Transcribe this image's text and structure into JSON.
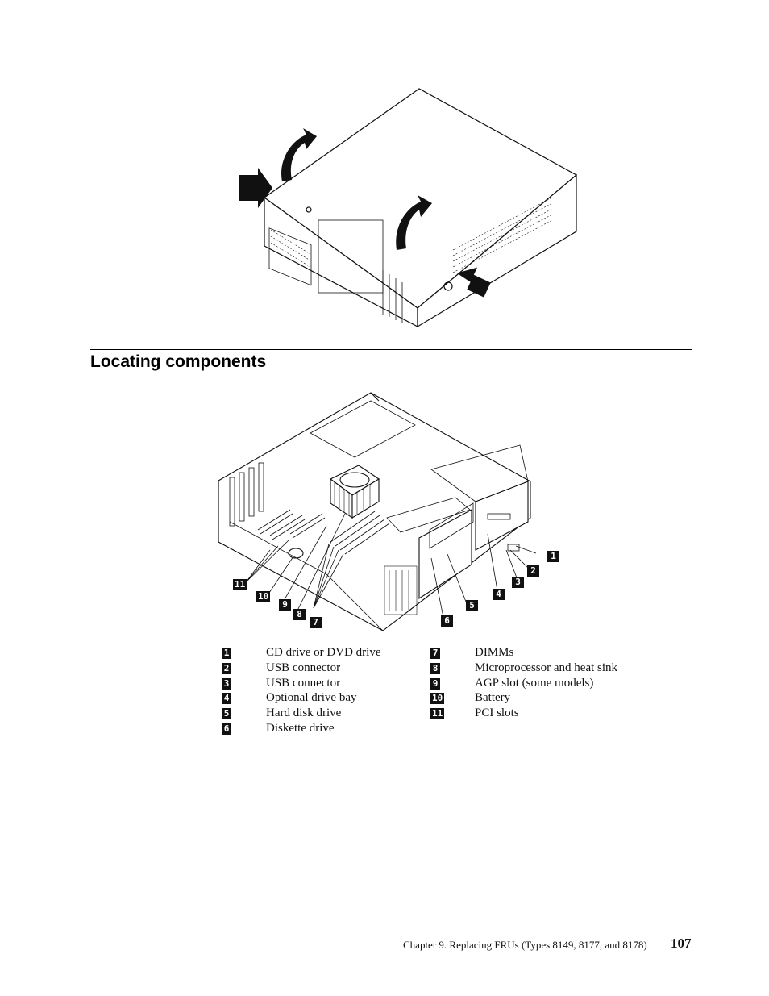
{
  "section": {
    "title": "Locating components"
  },
  "figure2": {
    "callouts": [
      "1",
      "2",
      "3",
      "4",
      "5",
      "6",
      "7",
      "8",
      "9",
      "10",
      "11"
    ]
  },
  "legend": {
    "left": [
      {
        "num": "1",
        "label": "CD drive or DVD drive"
      },
      {
        "num": "2",
        "label": "USB connector"
      },
      {
        "num": "3",
        "label": "USB connector"
      },
      {
        "num": "4",
        "label": "Optional drive bay"
      },
      {
        "num": "5",
        "label": "Hard disk drive"
      },
      {
        "num": "6",
        "label": "Diskette drive"
      }
    ],
    "right": [
      {
        "num": "7",
        "label": "DIMMs"
      },
      {
        "num": "8",
        "label": "Microprocessor and heat sink"
      },
      {
        "num": "9",
        "label": "AGP slot (some models)"
      },
      {
        "num": "10",
        "label": "Battery"
      },
      {
        "num": "11",
        "label": "PCI slots"
      }
    ]
  },
  "footer": {
    "chapter": "Chapter 9. Replacing FRUs (Types 8149, 8177, and 8178)",
    "page_number": "107"
  }
}
